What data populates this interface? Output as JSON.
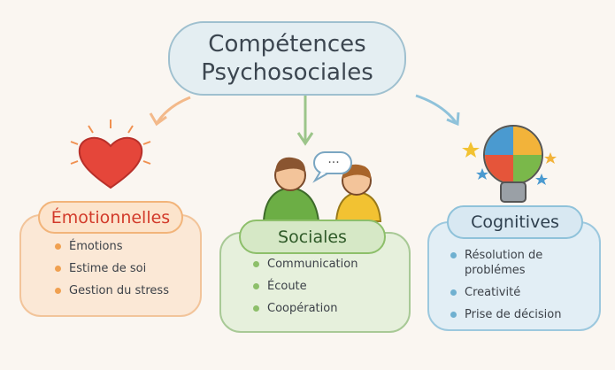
{
  "title": {
    "line1": "Compétences",
    "line2": "Psychosociales"
  },
  "categories": [
    {
      "label": "Émotionnelles",
      "items": [
        "Émotions",
        "Estime de soi",
        "Gestion du stress"
      ]
    },
    {
      "label": "Sociales",
      "items": [
        "Communication",
        "Écoute",
        "Coopération"
      ]
    },
    {
      "label": "Cognitives",
      "items": [
        "Résolution de problémes",
        "Creativité",
        "Prise de décision"
      ]
    }
  ],
  "speech_bubble": "...",
  "colors": {
    "emotion": "#f0a050",
    "social": "#8dbf6a",
    "cognitive": "#6fb0d0"
  }
}
